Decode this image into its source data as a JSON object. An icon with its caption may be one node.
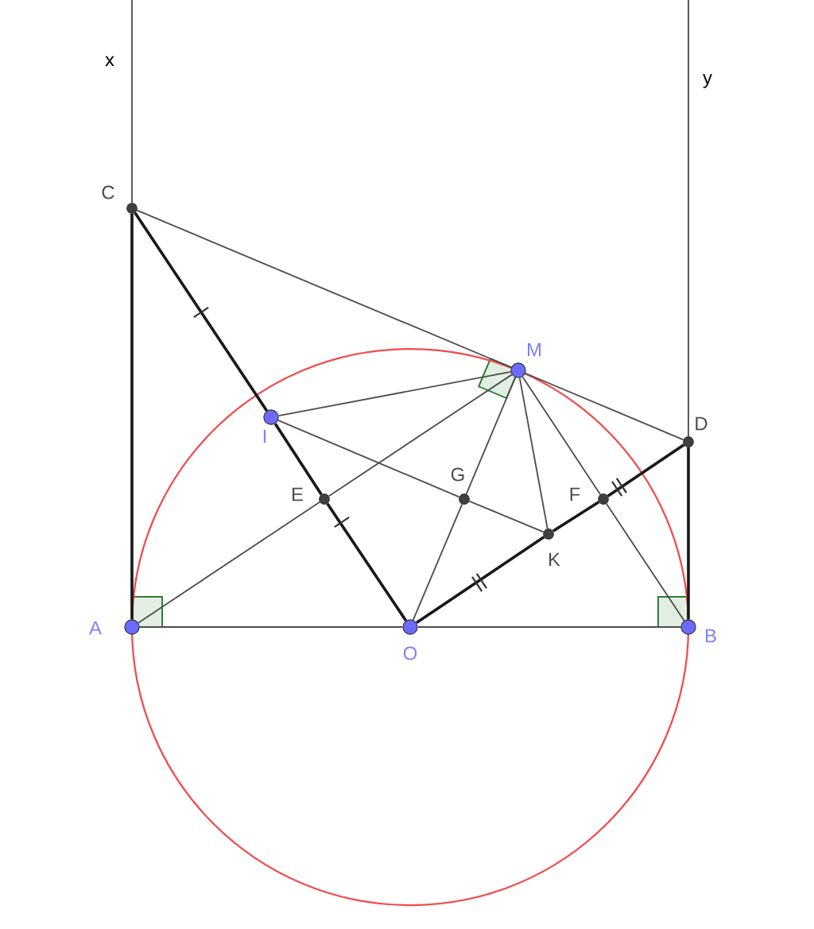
{
  "diagram": {
    "nodes": [
      {
        "text": [
          "C"
        ]
      },
      {
        "text": [
          "M"
        ]
      },
      {
        "text": [
          "I"
        ]
      },
      {
        "text": [
          "D"
        ]
      },
      {
        "text": [
          "E"
        ]
      },
      {
        "text": [
          "G"
        ]
      },
      {
        "text": [
          "F"
        ]
      },
      {
        "text": [
          "K"
        ]
      },
      {
        "text": [
          "A"
        ]
      },
      {
        "text": [
          "O"
        ]
      },
      {
        "text": [
          "B"
        ]
      }
    ],
    "edges": [
      {
        "from": 8,
        "to": 0,
        "arrow": "none",
        "style": "thick"
      },
      {
        "from": 0,
        "to": null,
        "arrow": "none"
      },
      {
        "from": 10,
        "to": 3,
        "arrow": "none",
        "style": "thick"
      },
      {
        "from": 3,
        "to": null,
        "arrow": "none"
      },
      {
        "from": 8,
        "to": 9,
        "arrow": "none"
      },
      {
        "from": 9,
        "to": 10,
        "arrow": "none"
      },
      {
        "from": 0,
        "to": 1,
        "arrow": "none"
      },
      {
        "from": 1,
        "to": 3,
        "arrow": "none"
      },
      {
        "from": 0,
        "to": 2,
        "arrow": "none",
        "style": "thick"
      },
      {
        "from": 2,
        "to": 4,
        "arrow": "none",
        "style": "thick"
      },
      {
        "from": 4,
        "to": 9,
        "arrow": "none",
        "style": "thick"
      },
      {
        "from": 9,
        "to": 7,
        "arrow": "none",
        "style": "thick"
      },
      {
        "from": 7,
        "to": 6,
        "arrow": "none",
        "style": "thick"
      },
      {
        "from": 6,
        "to": 3,
        "arrow": "none",
        "style": "thick"
      },
      {
        "from": 8,
        "to": 4,
        "arrow": "none"
      },
      {
        "from": 4,
        "to": 1,
        "arrow": "none"
      },
      {
        "from": 10,
        "to": 6,
        "arrow": "none"
      },
      {
        "from": 6,
        "to": 1,
        "arrow": "none"
      },
      {
        "from": 9,
        "to": 5,
        "arrow": "none"
      },
      {
        "from": 5,
        "to": 1,
        "arrow": "none"
      },
      {
        "from": 2,
        "to": 5,
        "arrow": "none"
      },
      {
        "from": 5,
        "to": 7,
        "arrow": "none"
      },
      {
        "from": 2,
        "to": 1,
        "arrow": "none"
      },
      {
        "from": 1,
        "to": 7,
        "arrow": "none"
      }
    ],
    "labels": [
      "x",
      "y"
    ]
  }
}
